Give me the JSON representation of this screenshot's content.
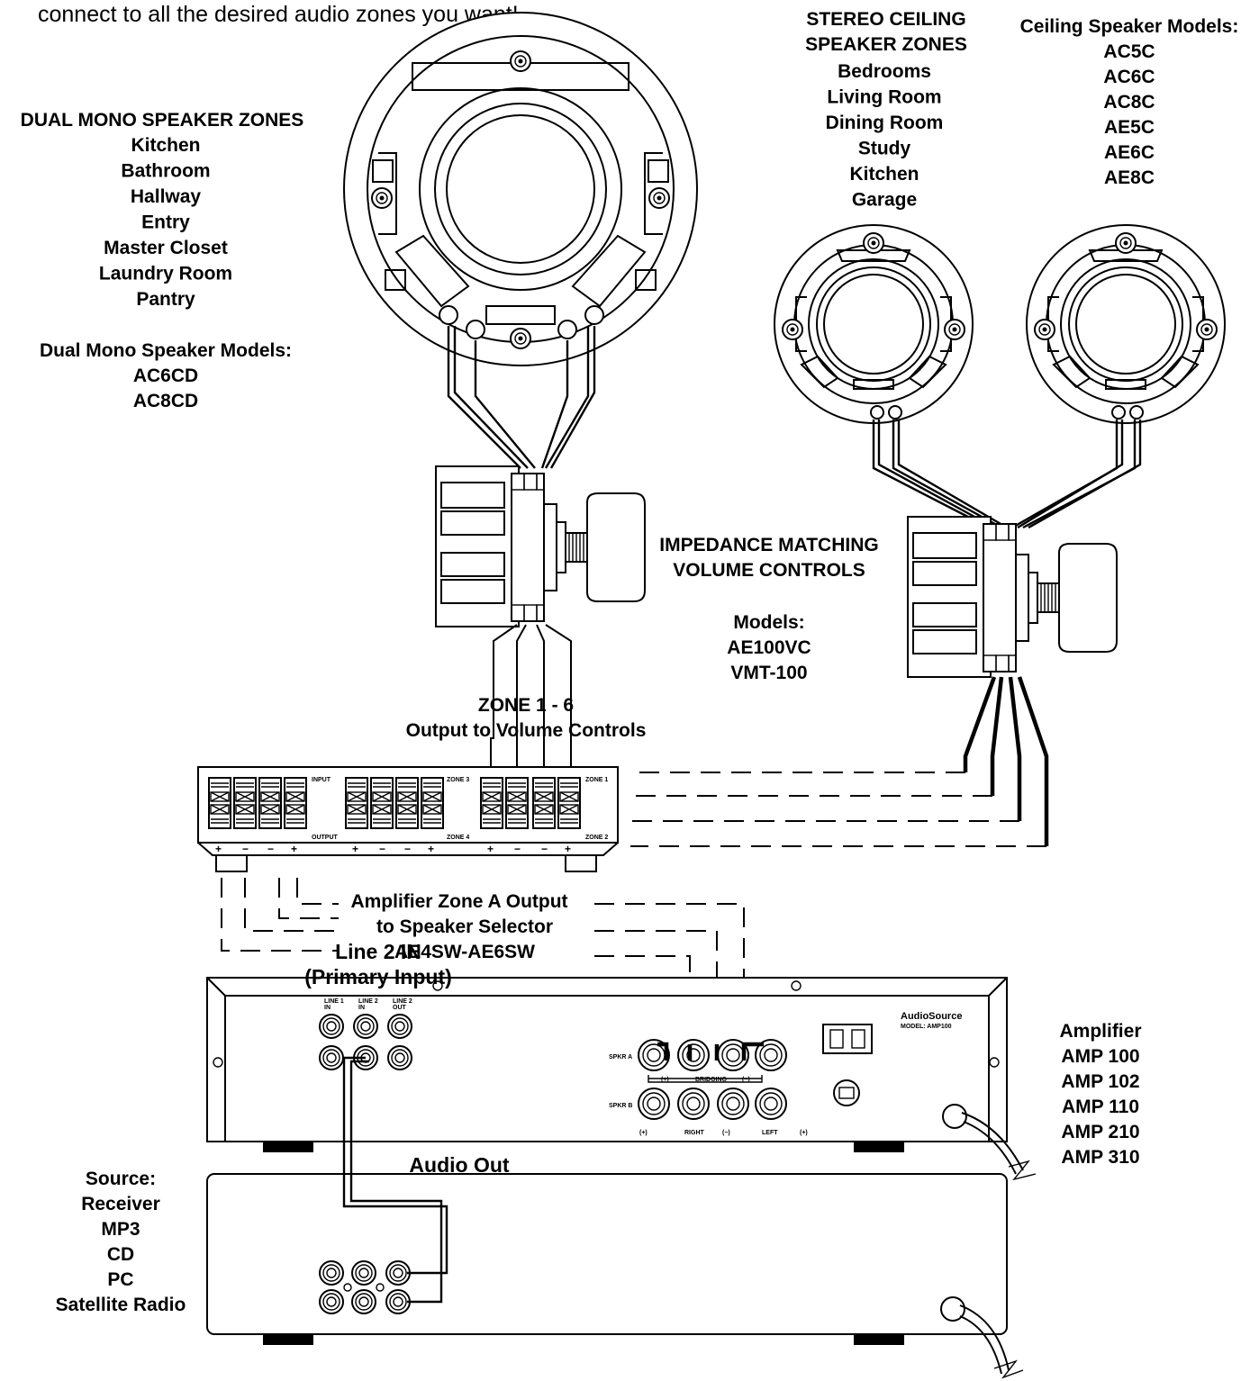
{
  "intro_text": "connect to all the desired audio zones you want!",
  "dual_mono": {
    "heading": "DUAL MONO SPEAKER ZONES",
    "zones": [
      "Kitchen",
      "Bathroom",
      "Hallway",
      "Entry",
      "Master Closet",
      "Laundry Room",
      "Pantry"
    ],
    "models_heading": "Dual Mono Speaker Models:",
    "models": [
      "AC6CD",
      "AC8CD"
    ]
  },
  "stereo": {
    "heading_1": "STEREO CEILING",
    "heading_2": "SPEAKER ZONES",
    "zones": [
      "Bedrooms",
      "Living Room",
      "Dining Room",
      "Study",
      "Kitchen",
      "Garage"
    ]
  },
  "ceiling": {
    "heading": "Ceiling Speaker Models:",
    "models": [
      "AC5C",
      "AC6C",
      "AC8C",
      "AE5C",
      "AE6C",
      "AE8C"
    ]
  },
  "amplifier": {
    "heading": "Amplifier",
    "models": [
      "AMP 100",
      "AMP 102",
      "AMP 110",
      "AMP 210",
      "AMP 310"
    ]
  },
  "source": {
    "heading": "Source:",
    "items": [
      "Receiver",
      "MP3",
      "CD",
      "PC",
      "Satellite Radio"
    ]
  },
  "labels": {
    "impedance_1": "IMPEDANCE MATCHING",
    "impedance_2": "VOLUME CONTROLS",
    "vc_models_heading": "Models:",
    "vc_model_1": "AE100VC",
    "vc_model_2": "VMT-100",
    "zone_range": "ZONE 1 - 6",
    "output_volume": "Output to Volume Controls",
    "amp_zone_a": "Amplifier Zone A Output",
    "to_speaker_selector": "to Speaker Selector",
    "selector_models": "AE4SW-AE6SW",
    "line2_heading": "Line 2 IN",
    "primary_input": "(Primary Input)",
    "audio_out": "Audio Out",
    "selector_input": "INPUT",
    "selector_output": "OUTPUT",
    "selector_zone1": "ZONE 1",
    "selector_zone2": "ZONE 2",
    "selector_zone3": "ZONE 3",
    "selector_zone4": "ZONE 4",
    "pol_plus": "+",
    "pol_minus": "−",
    "line1_in": "LINE 1",
    "line2_in": "LINE 2",
    "line2_out": "LINE 2",
    "in_short": "IN",
    "out_short": "OUT",
    "spkr_a": "SPKR  A",
    "spkr_b": "SPKR  B",
    "bridging": "BRIDGING",
    "paren_plus": "(+)",
    "paren_minus": "(−)",
    "right": "RIGHT",
    "left": "LEFT",
    "brand": "AudioSource",
    "model": "MODEL: AMP100"
  }
}
